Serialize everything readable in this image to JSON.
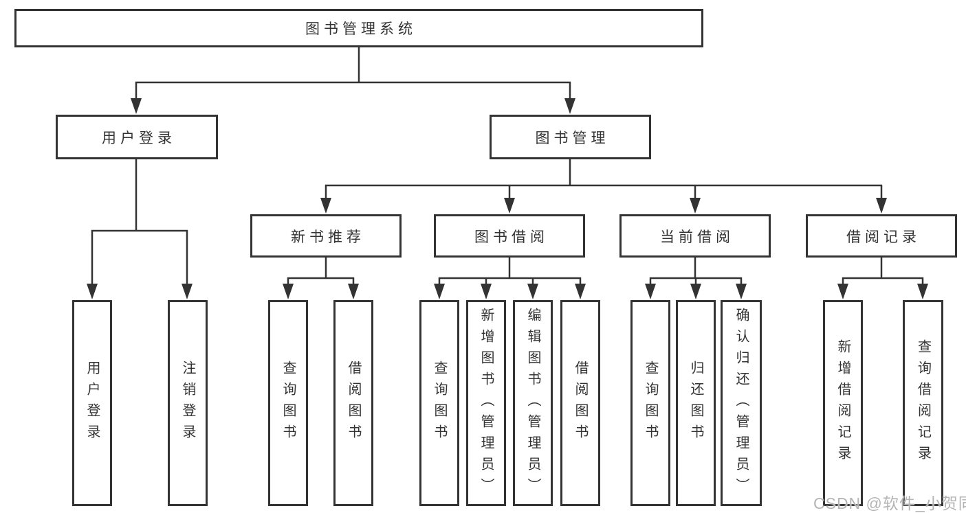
{
  "diagram": {
    "kind": "hierarchy-diagram",
    "colors": {
      "line": "#333333",
      "box_border": "#333333",
      "text": "#333333",
      "background": "#ffffff",
      "watermark": "#b4b4b4"
    }
  },
  "tree": {
    "root": {
      "label": "图书管理系统",
      "children": [
        {
          "label": "用户登录",
          "children": [
            {
              "label": "用户登录"
            },
            {
              "label": "注销登录"
            }
          ]
        },
        {
          "label": "图书管理",
          "children": [
            {
              "label": "新书推荐",
              "children": [
                {
                  "label": "查询图书"
                },
                {
                  "label": "借阅图书"
                }
              ]
            },
            {
              "label": "图书借阅",
              "children": [
                {
                  "label": "查询图书"
                },
                {
                  "label": "新增图书（管理员）"
                },
                {
                  "label": "编辑图书（管理员）"
                },
                {
                  "label": "借阅图书"
                }
              ]
            },
            {
              "label": "当前借阅",
              "children": [
                {
                  "label": "查询图书"
                },
                {
                  "label": "归还图书"
                },
                {
                  "label": "确认归还（管理员）"
                }
              ]
            },
            {
              "label": "借阅记录",
              "children": [
                {
                  "label": "新增借阅记录"
                },
                {
                  "label": "查询借阅记录"
                }
              ]
            }
          ]
        }
      ]
    }
  },
  "watermark": {
    "text": "CSDN @软件_小贺同学"
  }
}
